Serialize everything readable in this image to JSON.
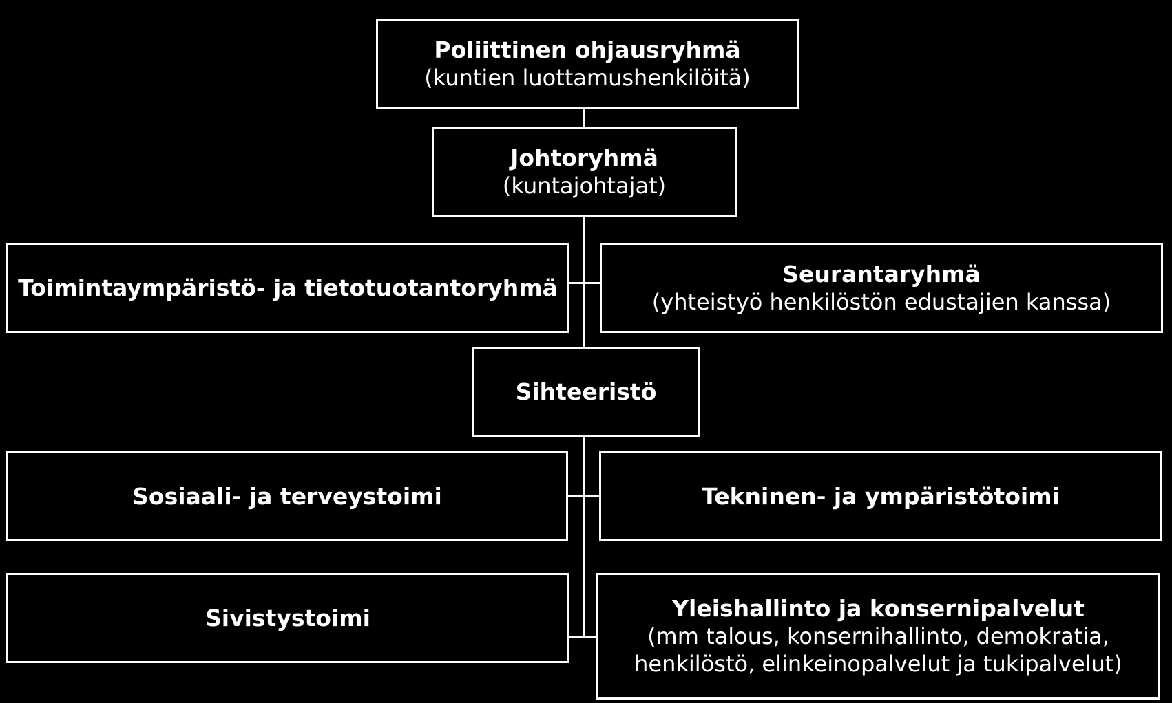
{
  "boxes": {
    "political": {
      "title": "Poliittinen ohjausryhmä",
      "sub": "(kuntien luottamushenkilöitä)"
    },
    "management": {
      "title": "Johtoryhmä",
      "sub": "(kuntajohtajat)"
    },
    "environment": {
      "title": "Toimintaympäristö- ja tietotuotantoryhmä"
    },
    "monitoring": {
      "title": "Seurantaryhmä",
      "sub": "(yhteistyö henkilöstön edustajien kanssa)"
    },
    "secretariat": {
      "title": "Sihteeristö"
    },
    "social": {
      "title": "Sosiaali- ja terveystoimi"
    },
    "technical": {
      "title": "Tekninen- ja ympäristötoimi"
    },
    "education": {
      "title": "Sivistystoimi"
    },
    "admin": {
      "title": "Yleishallinto ja konsernipalvelut",
      "sub_line1": "(mm talous, konsernihallinto, demokratia,",
      "sub_line2": "henkilöstö, elinkeinopalvelut ja tukipalvelut)"
    }
  }
}
